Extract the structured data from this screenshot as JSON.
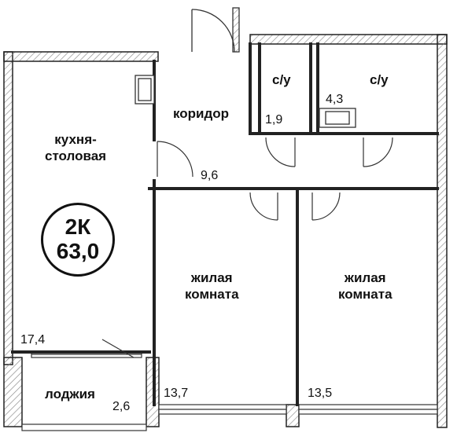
{
  "rooms": {
    "kitchen": {
      "name_line1": "кухня-",
      "name_line2": "столовая",
      "area": "17,4"
    },
    "corridor": {
      "name": "коридор",
      "area": "9,6"
    },
    "bath1": {
      "name": "с/у",
      "area": "1,9"
    },
    "bath2": {
      "name": "с/у",
      "area": "4,3"
    },
    "living1": {
      "name_line1": "жилая",
      "name_line2": "комната",
      "area": "13,7"
    },
    "living2": {
      "name_line1": "жилая",
      "name_line2": "комната",
      "area": "13,5"
    },
    "loggia": {
      "name": "лоджия",
      "area": "2,6"
    }
  },
  "badge": {
    "rooms": "2К",
    "total_area": "63,0"
  },
  "colors": {
    "wall": "#222222",
    "hatch": "#888888",
    "window": "#555555"
  }
}
